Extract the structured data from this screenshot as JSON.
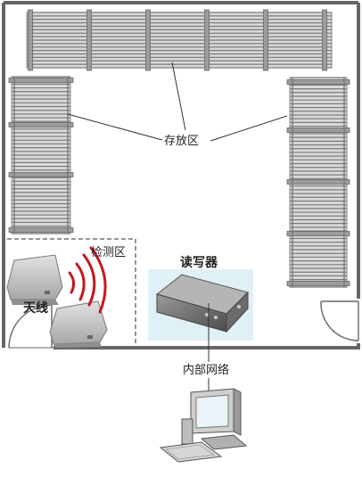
{
  "labels": {
    "storage": "存放区",
    "detection": "检测区",
    "antenna": "天线",
    "reader": "读写器",
    "network": "内部网络"
  },
  "colors": {
    "wall": "#666666",
    "rack": "#8a8a8a",
    "rack_fill": "#d9d9d9",
    "wave": "#c8161d",
    "reader_bg": "#dff1f7",
    "device_dark": "#5a5a5a",
    "device_light": "#a9a9a9"
  },
  "icons": [
    "antenna-panel-icon",
    "reader-device-icon",
    "computer-icon",
    "signal-waves-icon"
  ]
}
